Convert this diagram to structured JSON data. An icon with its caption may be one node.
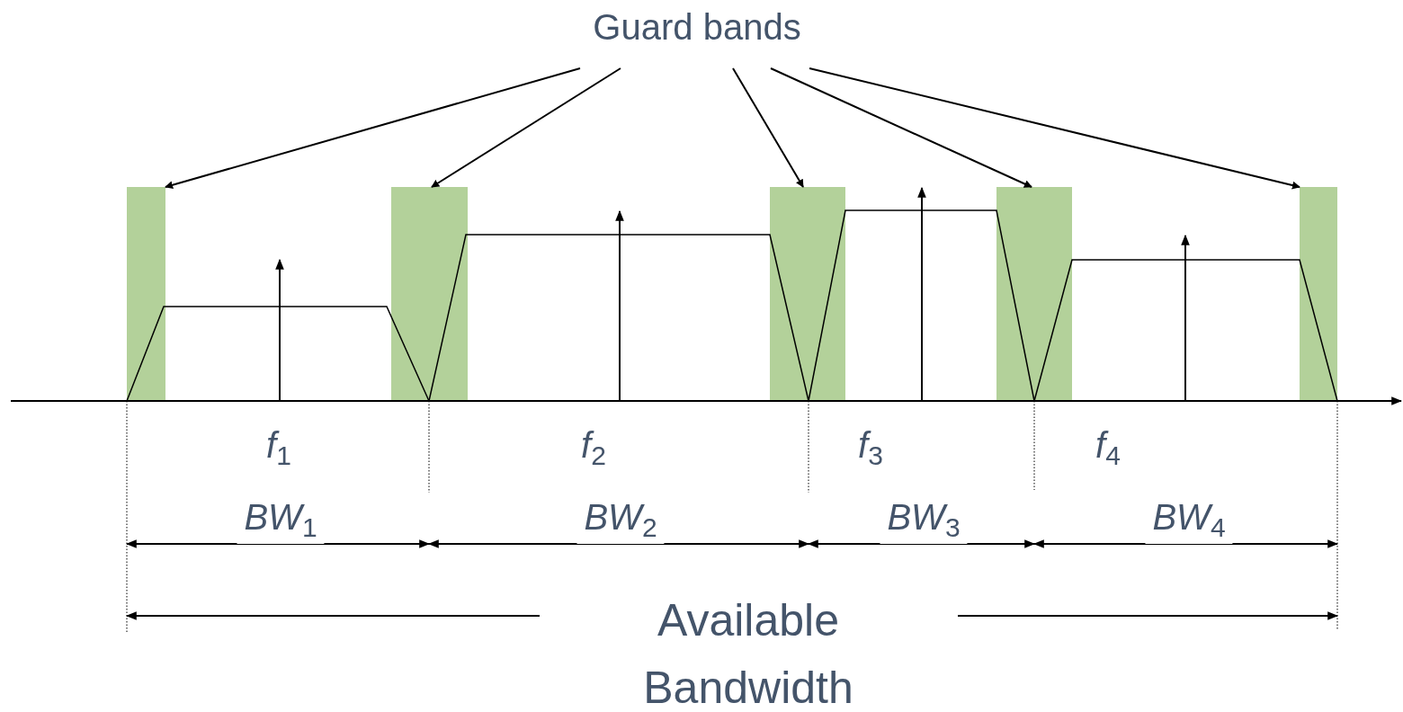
{
  "diagram": {
    "nodes": [
      {
        "text": [
          "Guard bands"
        ]
      },
      {
        "text": [],
        "shape": "bar"
      },
      {
        "text": [],
        "shape": "bar"
      },
      {
        "text": [],
        "shape": "bar"
      },
      {
        "text": [],
        "shape": "bar"
      },
      {
        "text": [],
        "shape": "bar"
      }
    ],
    "edges": [
      {
        "from": 0,
        "to": 1,
        "arrow": "to"
      },
      {
        "from": 0,
        "to": 2,
        "arrow": "to"
      },
      {
        "from": 0,
        "to": 3,
        "arrow": "to"
      },
      {
        "from": 0,
        "to": 4,
        "arrow": "to"
      },
      {
        "from": 0,
        "to": 5,
        "arrow": "to"
      }
    ],
    "labels": [
      "*f*$_{1}$",
      "*f*$_{2}$",
      "*f*$_{3}$",
      "*f*$_{4}$",
      "*BW*$_{1}$",
      "*BW*$_{2}$",
      "*BW*$_{3}$",
      "*BW*$_{4}$",
      "Available Bandwidth"
    ]
  }
}
